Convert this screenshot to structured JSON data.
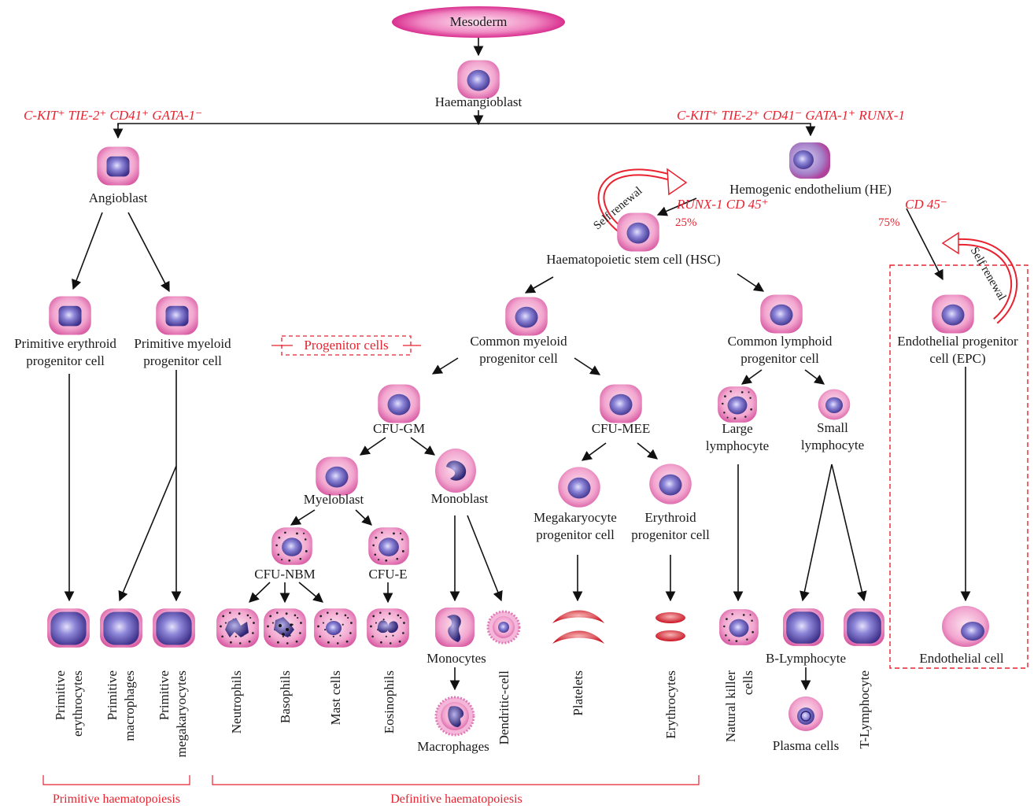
{
  "colors": {
    "cell_body": "#f2a6cf",
    "cell_body_dark": "#d85aa3",
    "nucleus": "#4a3d98",
    "nucleus_light": "#b8b2ea",
    "marker_red": "#e8222f",
    "rbc": "#d3202c",
    "arrow": "#111111"
  },
  "nodes": {
    "mesoderm": "Mesoderm",
    "haemangioblast": "Haemangioblast",
    "angioblast": "Angioblast",
    "he": "Hemogenic endothelium (HE)",
    "hsc": "Haematopoietic stem cell (HSC)",
    "prim_ery_1": "Primitive erythroid",
    "prim_ery_2": "progenitor cell",
    "prim_mye_1": "Primitive myeloid",
    "prim_mye_2": "progenitor cell",
    "progenitor_cells": "Progenitor cells",
    "cmp_1": "Common myeloid",
    "cmp_2": "progenitor cell",
    "clp_1": "Common lymphoid",
    "clp_2": "progenitor cell",
    "epc_1": "Endothelial progenitor",
    "epc_2": "cell (EPC)",
    "cfu_gm": "CFU-GM",
    "cfu_mee": "CFU-MEE",
    "large_lym_1": "Large",
    "large_lym_2": "lymphocyte",
    "small_lym_1": "Small",
    "small_lym_2": "lymphocyte",
    "myeloblast": "Myeloblast",
    "monoblast": "Monoblast",
    "mega_1": "Megakaryocyte",
    "mega_2": "progenitor cell",
    "ery_1": "Erythroid",
    "ery_2": "progenitor cell",
    "cfu_nbm": "CFU-NBM",
    "cfu_e": "CFU-E",
    "monocytes": "Monocytes",
    "macrophages": "Macrophages",
    "b_lymphocyte": "B-Lymphocyte",
    "plasma_cells": "Plasma cells",
    "endothelial_cell": "Endothelial cell",
    "self_renewal": "Self renewal",
    "pct_25": "25%",
    "pct_75": "75%"
  },
  "markers": {
    "left": "C-KIT⁺ TIE-2⁺ CD41⁺ GATA-1⁻",
    "right": "C-KIT⁺ TIE-2⁺ CD41⁻ GATA-1⁺ RUNX-1",
    "hsc": "RUNX-1 CD 45⁺",
    "epc": "CD 45⁻"
  },
  "bottom_labels": {
    "prim_ery_1": "Primitive",
    "prim_ery_2": "erythrocytes",
    "prim_mac_1": "Primitive",
    "prim_mac_2": "macrophages",
    "prim_meg_1": "Primitive",
    "prim_meg_2": "megakaryocytes",
    "neutrophils": "Neutrophils",
    "basophils": "Basophils",
    "mast_cells": "Mast cells",
    "eosinophils": "Eosinophils",
    "dendritic": "Dendritic-cell",
    "platelets": "Platelets",
    "erythrocytes": "Erythrocytes",
    "nk_1": "Natural killer",
    "nk_2": "cells",
    "t_lymphocyte": "T-Lymphocyte"
  },
  "brackets": {
    "primitive": "Primitive haematopoiesis",
    "definitive": "Definitive haematopoiesis"
  }
}
